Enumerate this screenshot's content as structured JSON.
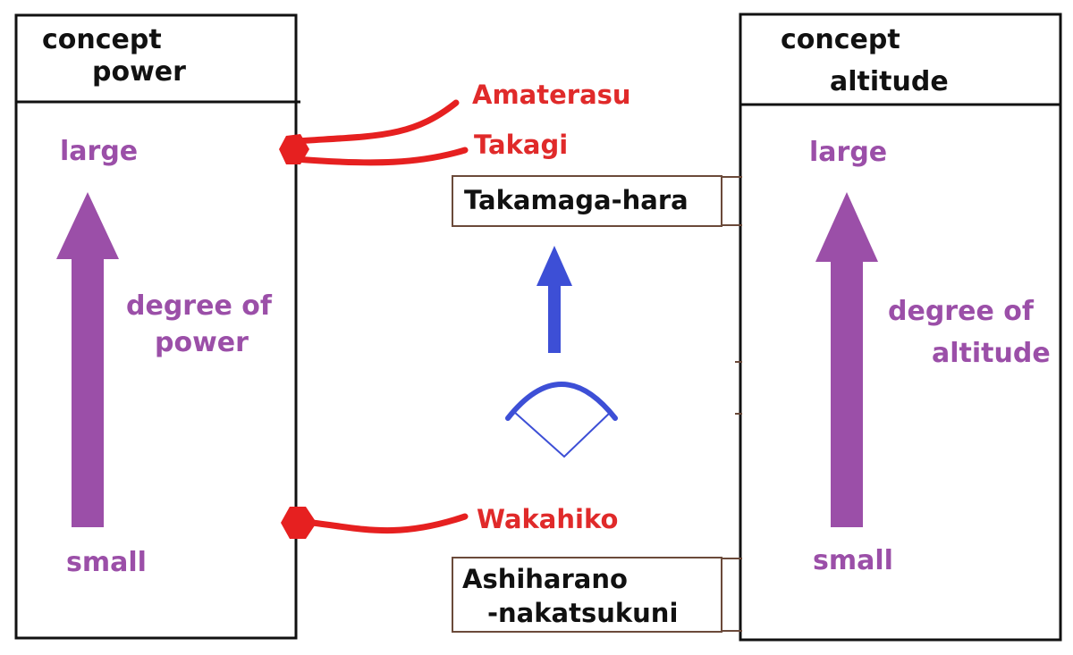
{
  "left_panel": {
    "title_line1": "concept",
    "title_line2": "power",
    "top_label": "large",
    "bottom_label": "small",
    "axis_line1": "degree of",
    "axis_line2": "power"
  },
  "right_panel": {
    "title_line1": "concept",
    "title_line2": "altitude",
    "top_label": "large",
    "bottom_label": "small",
    "axis_line1": "degree of",
    "axis_line2": "altitude"
  },
  "deities": {
    "amaterasu": "Amaterasu",
    "takagi": "Takagi",
    "wakahiko": "Wakahiko"
  },
  "places": {
    "upper": "Takamaga-hara",
    "lower_line1": "Ashiharano",
    "lower_line2": "-nakatsukuni"
  },
  "colors": {
    "concept_arrow": "#9b4fa8",
    "deity_link": "#e62020",
    "movement_arrow": "#3d4fd6",
    "frame": "#111111",
    "place_border": "#6b4a3a"
  },
  "icons": {
    "center_symbol": "bow-icon",
    "upward_arrow": "up-arrow-icon"
  }
}
